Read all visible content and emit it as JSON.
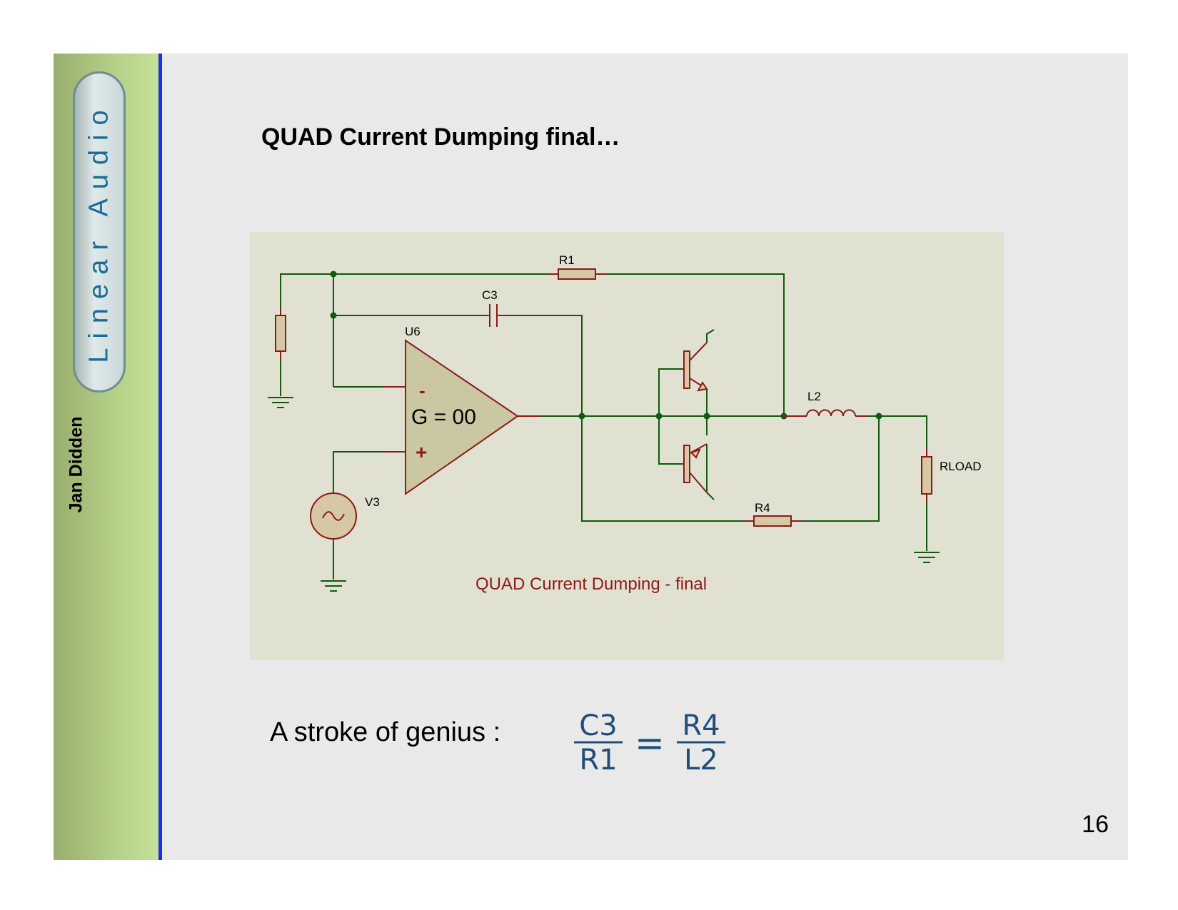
{
  "slide": {
    "title": "QUAD Current Dumping final…",
    "page_number": "16",
    "note": "A stroke of genius :",
    "formula": {
      "left_numerator": "C3",
      "left_denominator": "R1",
      "operator": "=",
      "right_numerator": "R4",
      "right_denominator": "L2"
    }
  },
  "sidebar": {
    "brand": "Linear Audio",
    "author": "Jan Didden"
  },
  "schematic": {
    "caption": "QUAD Current Dumping - final",
    "opamp": {
      "ref": "U6",
      "gain": "G = 00",
      "inv_sign": "-",
      "noninv_sign": "+"
    },
    "labels": {
      "r1": "R1",
      "c3": "C3",
      "l2": "L2",
      "r4": "R4",
      "rload": "RLOAD",
      "v3": "V3"
    }
  },
  "colors": {
    "wire": "#0e5a0e",
    "component": "#8b1a1a",
    "component_fill": "#d6c8a5",
    "schematic_bg": "#e1e1d1",
    "formula": "#1f4e79",
    "accent_rule": "#1c2fe6"
  }
}
